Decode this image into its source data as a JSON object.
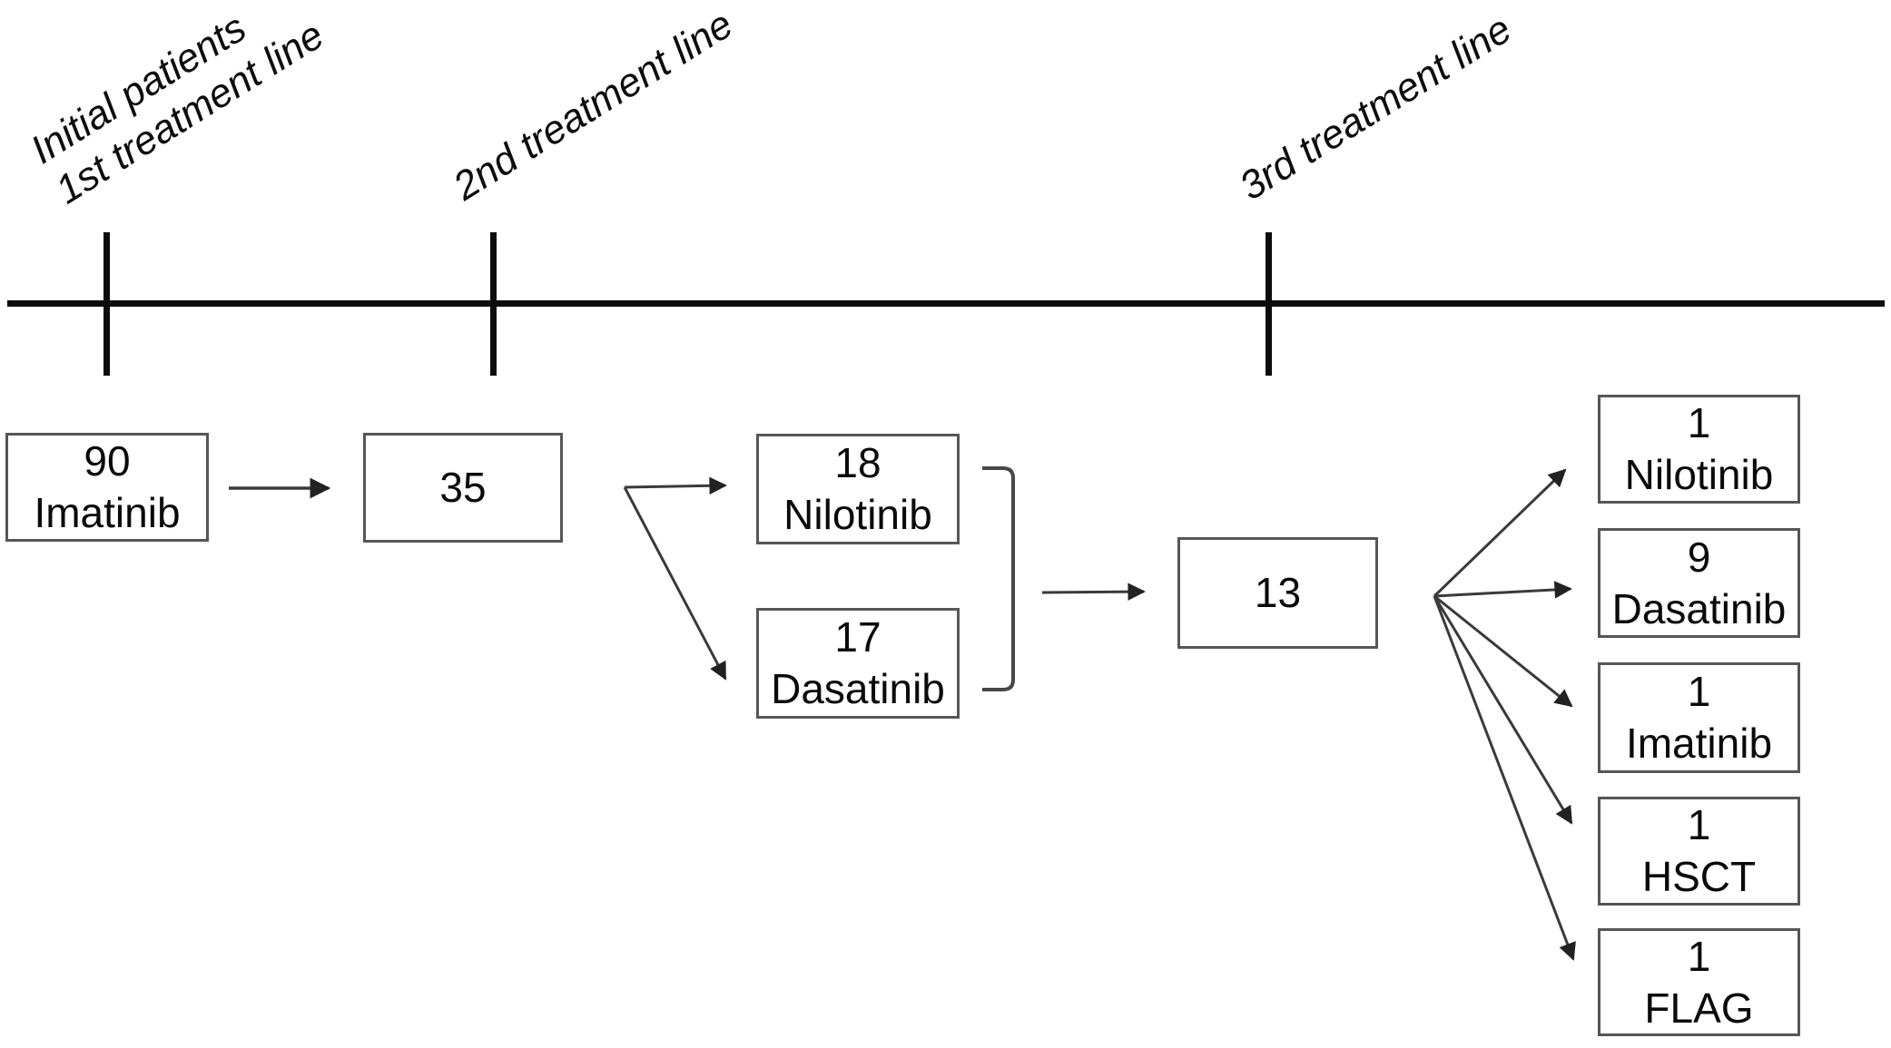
{
  "diagram": {
    "title_implicit": "",
    "axis_labels": [
      {
        "id": "label-1st-line",
        "lines": [
          "Initial patients",
          "1st treatment line"
        ]
      },
      {
        "id": "label-2nd-line",
        "lines": [
          "2nd treatment line"
        ]
      },
      {
        "id": "label-3rd-line",
        "lines": [
          "3rd treatment line"
        ]
      }
    ],
    "boxes": [
      {
        "id": "initial-imatinib",
        "value": "90",
        "label": "Imatinib"
      },
      {
        "id": "second-line-total",
        "value": "35",
        "label": ""
      },
      {
        "id": "second-nilotinib",
        "value": "18",
        "label": "Nilotinib"
      },
      {
        "id": "second-dasatinib",
        "value": "17",
        "label": "Dasatinib"
      },
      {
        "id": "third-line-total",
        "value": "13",
        "label": ""
      },
      {
        "id": "third-nilotinib",
        "value": "1",
        "label": "Nilotinib"
      },
      {
        "id": "third-dasatinib",
        "value": "9",
        "label": "Dasatinib"
      },
      {
        "id": "third-imatinib",
        "value": "1",
        "label": "Imatinib"
      },
      {
        "id": "third-hsct",
        "value": "1",
        "label": "HSCT"
      },
      {
        "id": "third-flag",
        "value": "1",
        "label": "FLAG"
      }
    ],
    "colors": {
      "line": "#0c0c0c",
      "box_border": "#565656",
      "arrow": "#3a3a3a",
      "arrowhead": "#222222",
      "background": "#ffffff"
    }
  }
}
